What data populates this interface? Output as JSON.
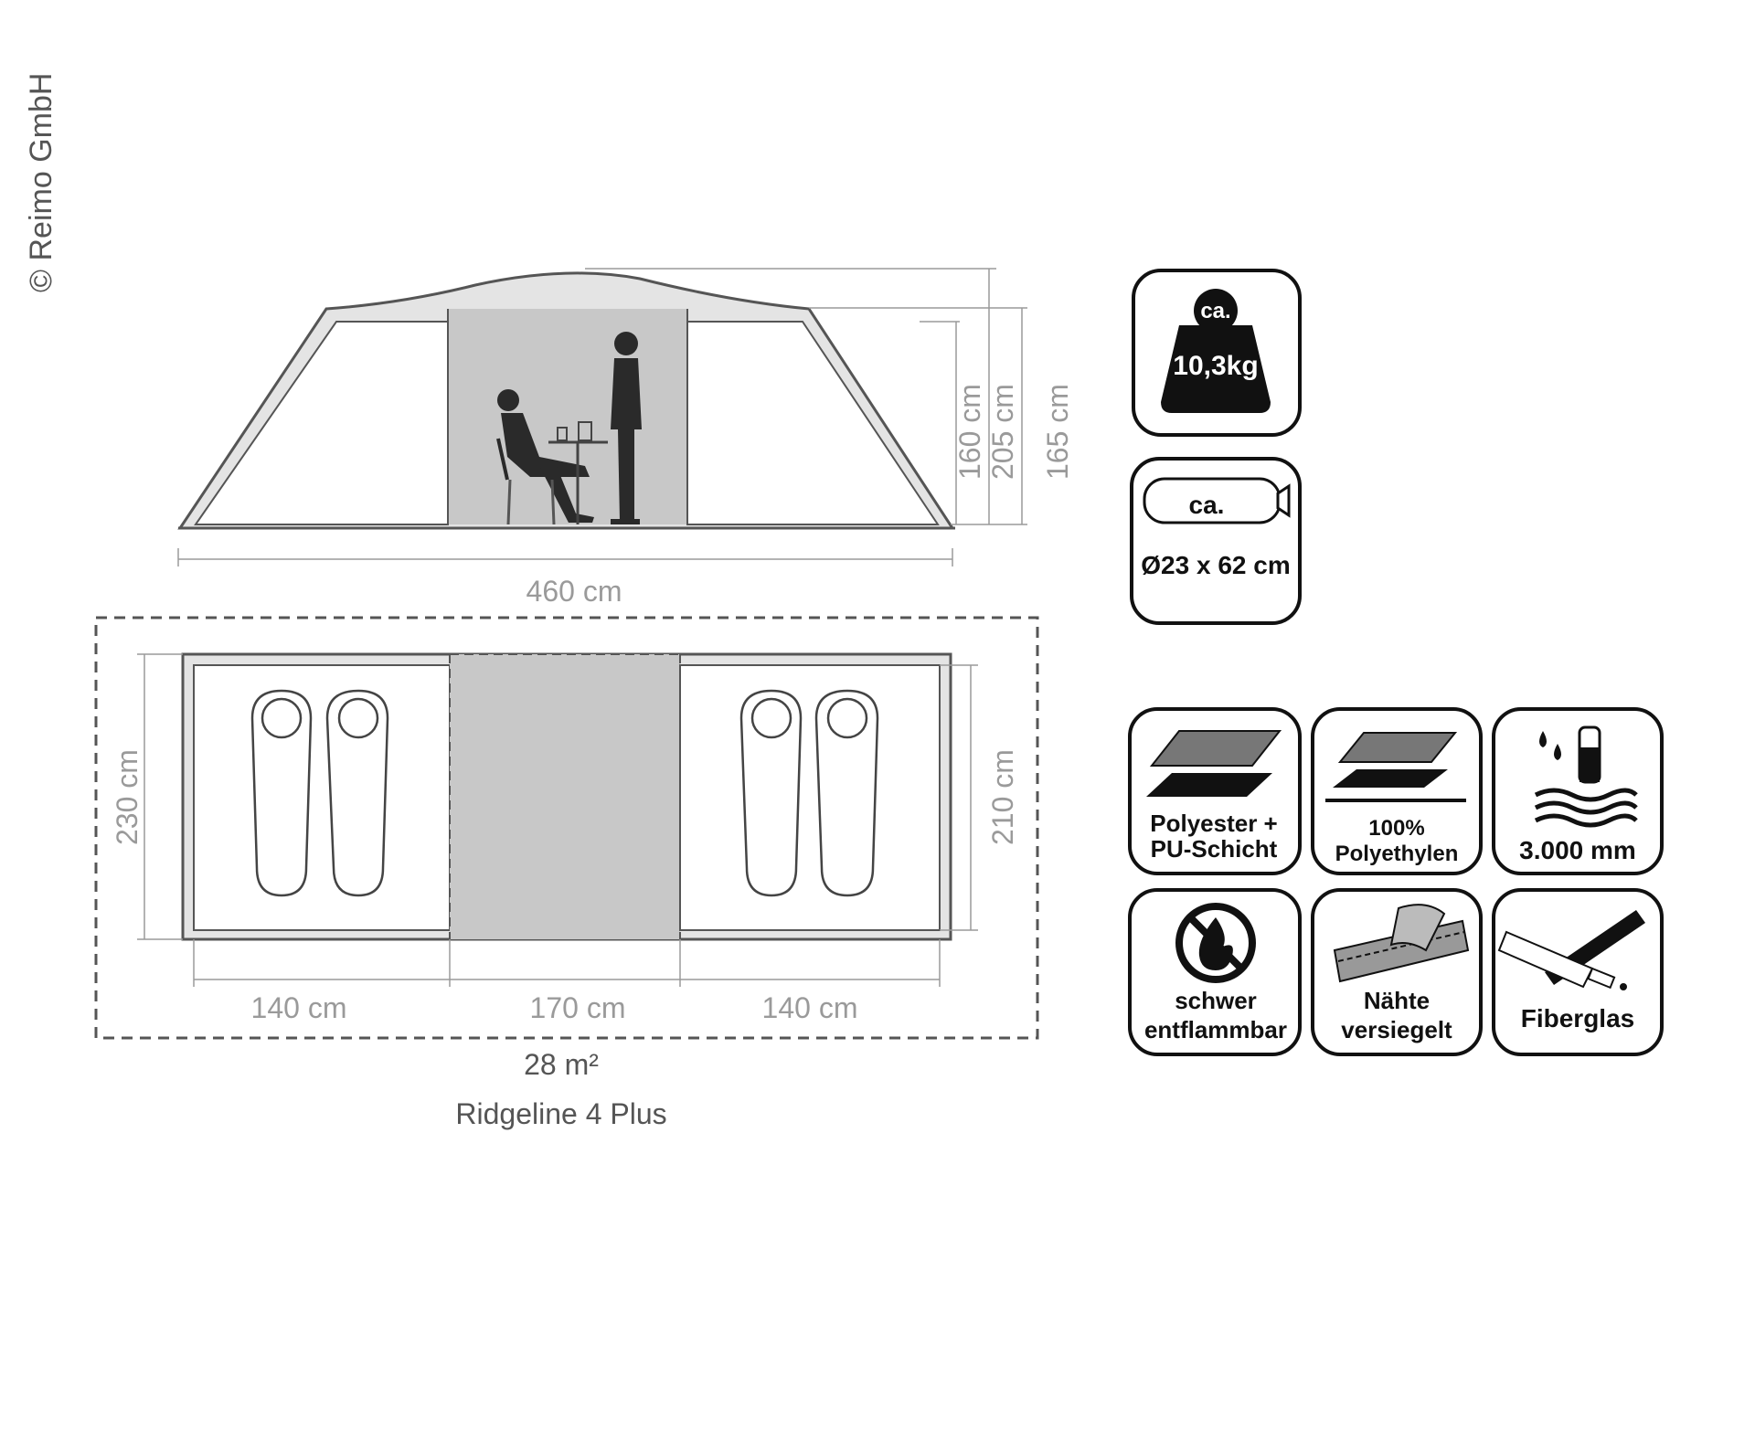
{
  "copyright": "© Reimo GmbH",
  "side_view": {
    "width_label": "460 cm",
    "height_labels": [
      "160 cm",
      "205 cm",
      "165 cm"
    ]
  },
  "floor_plan": {
    "depth_outer_label": "230 cm",
    "depth_inner_label": "210 cm",
    "section_labels": [
      "140 cm",
      "170 cm",
      "140 cm"
    ],
    "area_label": "28 m²",
    "model_name": "Ridgeline 4 Plus"
  },
  "features": {
    "weight": {
      "prefix": "ca.",
      "value": "10,3kg"
    },
    "pack_size": {
      "prefix": "ca.",
      "value": "Ø23 x 62 cm"
    },
    "outer_fabric": {
      "line1": "Polyester +",
      "line2": "PU-Schicht"
    },
    "floor": {
      "line1": "100%",
      "line2": "Polyethylen"
    },
    "water_column": {
      "value": "3.000 mm"
    },
    "flame": {
      "line1": "schwer",
      "line2": "entflammbar"
    },
    "seams": {
      "line1": "Nähte",
      "line2": "versiegelt"
    },
    "poles": {
      "label": "Fiberglas"
    }
  },
  "colors": {
    "outline": "#555555",
    "tent_fill": "#c8c8c8",
    "icon_dark": "#111111",
    "label_gray": "#9a9a9a"
  }
}
